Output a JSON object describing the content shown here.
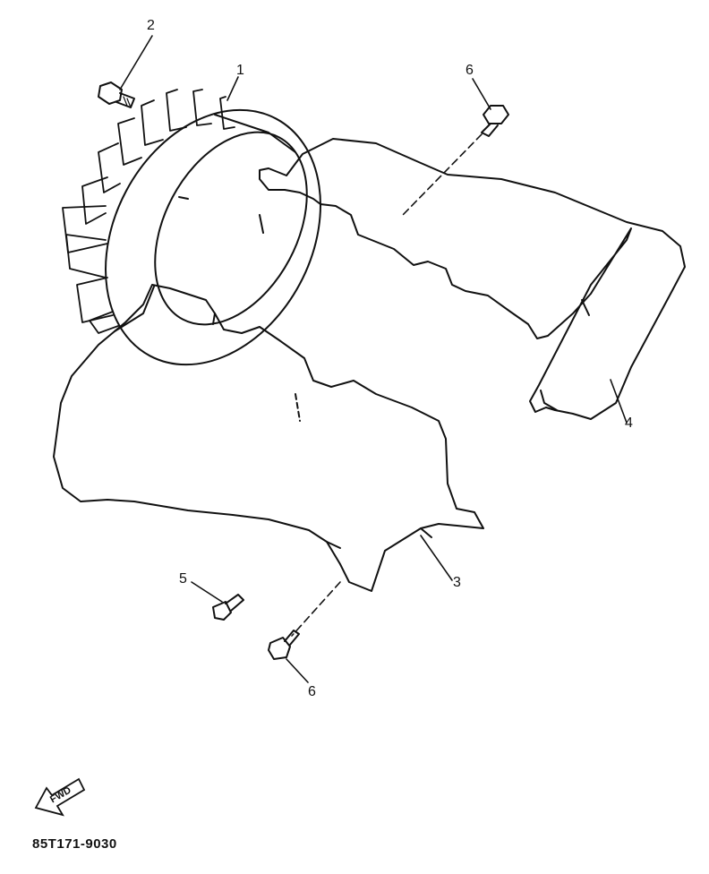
{
  "callouts": {
    "c1": "1",
    "c2": "2",
    "c3": "3",
    "c4": "4",
    "c5": "5",
    "c6_top": "6",
    "c6_bottom": "6"
  },
  "fwd_label": "FWD",
  "part_code": "85T171-9030",
  "colors": {
    "line": "#111111",
    "background": "#ffffff"
  }
}
